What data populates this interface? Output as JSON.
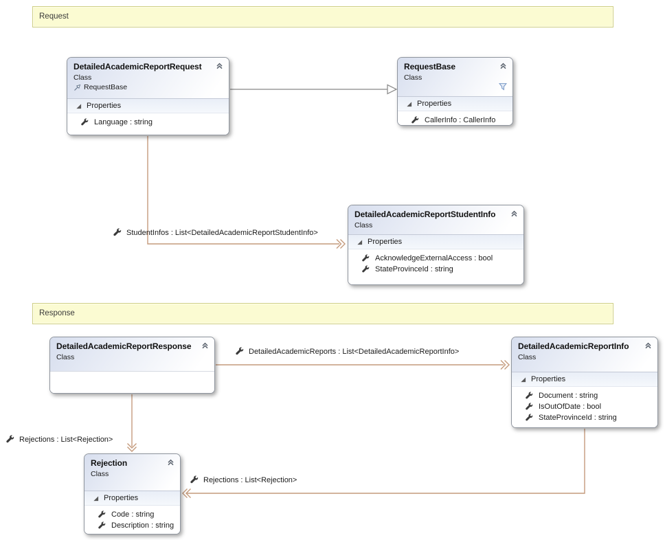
{
  "banners": {
    "request": "Request",
    "response": "Response"
  },
  "boxes": {
    "request": {
      "title": "DetailedAcademicReportRequest",
      "kind": "Class",
      "base": "RequestBase",
      "properties_label": "Properties",
      "props": [
        "Language : string"
      ]
    },
    "request_base": {
      "title": "RequestBase",
      "kind": "Class",
      "properties_label": "Properties",
      "props": [
        "CallerInfo : CallerInfo"
      ]
    },
    "student_info": {
      "title": "DetailedAcademicReportStudentInfo",
      "kind": "Class",
      "properties_label": "Properties",
      "props": [
        "AcknowledgeExternalAccess : bool",
        "StateProvinceId : string"
      ]
    },
    "response": {
      "title": "DetailedAcademicReportResponse",
      "kind": "Class"
    },
    "report_info": {
      "title": "DetailedAcademicReportInfo",
      "kind": "Class",
      "properties_label": "Properties",
      "props": [
        "Document : string",
        "IsOutOfDate : bool",
        "StateProvinceId : string"
      ]
    },
    "rejection": {
      "title": "Rejection",
      "kind": "Class",
      "properties_label": "Properties",
      "props": [
        "Code : string",
        "Description : string"
      ]
    }
  },
  "connector_labels": {
    "student_infos": "StudentInfos : List<DetailedAcademicReportStudentInfo>",
    "detailed_academic_reports": "DetailedAcademicReports : List<DetailedAcademicReportInfo>",
    "rejections_left": "Rejections : List<Rejection>",
    "rejections_bottom": "Rejections : List<Rejection>"
  },
  "colors": {
    "association": "#C49A7C",
    "inheritance_line": "#A8A8A8",
    "banner_fill": "#FBFBD2",
    "banner_border": "#CFCF84",
    "header_gradient_start": "#D7DEEE",
    "box_border": "#8F959E"
  }
}
